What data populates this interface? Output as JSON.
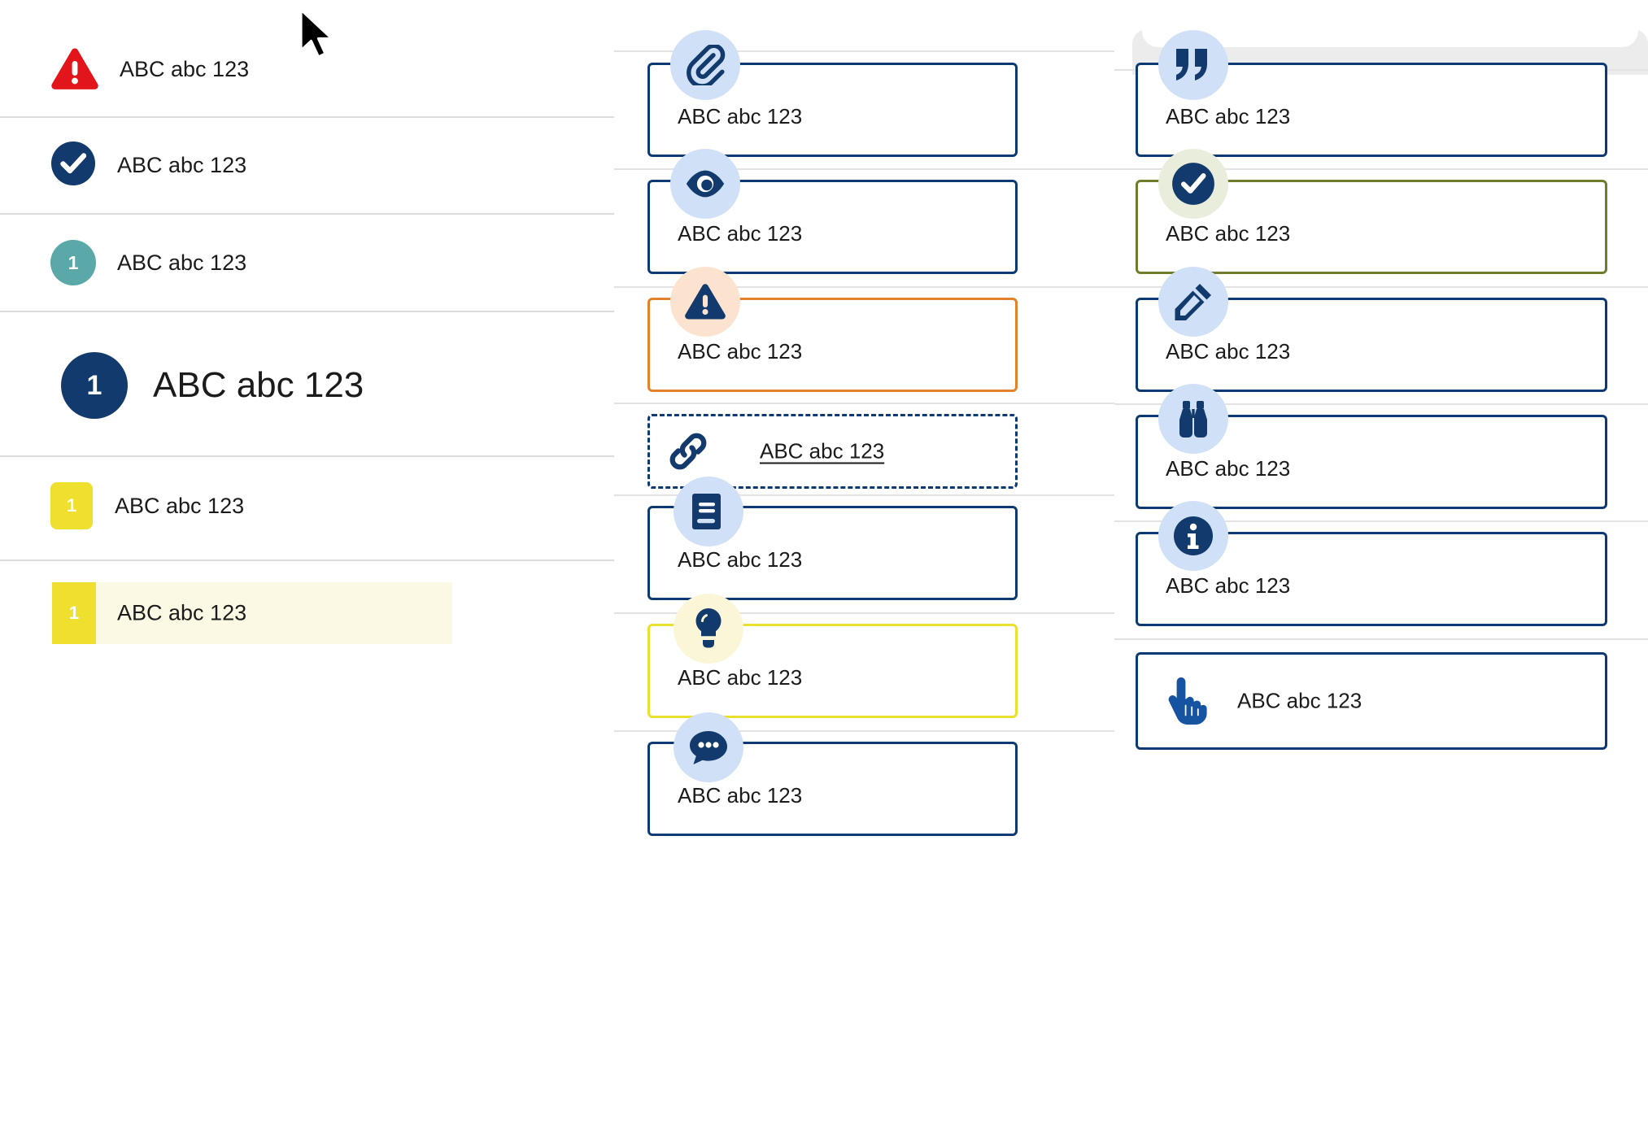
{
  "meta": {
    "colors": {
      "navy": "#0e3a73",
      "navy_dark": "#123a6d",
      "red": "#e2161a",
      "teal": "#5aa8a8",
      "yellow": "#efdf2e",
      "yellow_border": "#e9e02f",
      "orange": "#e2822b",
      "olive": "#6e7c2b",
      "icon_blue_bg": "#cfe0f7",
      "icon_peach_bg": "#fce3d0",
      "icon_green_bg": "#e8eedb",
      "icon_yellow_bg": "#fbf6d7",
      "highlight_row_bg": "#fbf8e3",
      "divider": "#dcdcdc",
      "panel_gray": "#ececec",
      "text": "#1b1b1b"
    },
    "sample_text": "ABC abc 123"
  },
  "sidebar": {
    "items": [
      {
        "label": "ABC abc 123",
        "icon": "warning-triangle-icon",
        "badge_text": "",
        "style": "triangle-red"
      },
      {
        "label": "ABC abc 123",
        "icon": "check-circle-icon",
        "badge_text": "",
        "style": "circle-navy"
      },
      {
        "label": "ABC abc 123",
        "icon": "number-badge",
        "badge_text": "1",
        "style": "circle-teal"
      },
      {
        "label": "ABC abc 123",
        "icon": "number-badge-large",
        "badge_text": "1",
        "style": "circle-navy-large"
      },
      {
        "label": "ABC abc 123",
        "icon": "number-badge-square",
        "badge_text": "1",
        "style": "square-yellow"
      },
      {
        "label": "ABC abc 123",
        "icon": "number-badge-bar",
        "badge_text": "1",
        "style": "bar-yellow-highlight"
      }
    ]
  },
  "middle_column": {
    "cards": [
      {
        "label": "ABC abc 123",
        "icon": "paperclip-icon",
        "icon_bg": "blue",
        "border": "navy",
        "layout": "icon-above"
      },
      {
        "label": "ABC abc 123",
        "icon": "eye-icon",
        "icon_bg": "blue",
        "border": "navy",
        "layout": "icon-above"
      },
      {
        "label": "ABC abc 123",
        "icon": "warning-triangle-icon",
        "icon_bg": "peach",
        "border": "orange",
        "layout": "icon-above"
      },
      {
        "label": "ABC abc 123",
        "icon": "link-chain-icon",
        "icon_bg": "none",
        "border": "navy-dashed",
        "layout": "icon-inline"
      },
      {
        "label": "ABC abc 123",
        "icon": "book-icon",
        "icon_bg": "blue",
        "border": "navy",
        "layout": "icon-above"
      },
      {
        "label": "ABC abc 123",
        "icon": "lightbulb-icon",
        "icon_bg": "pale-yellow",
        "border": "yellow",
        "layout": "icon-above"
      },
      {
        "label": "ABC abc 123",
        "icon": "chat-bubble-icon",
        "icon_bg": "blue",
        "border": "navy",
        "layout": "icon-above"
      }
    ]
  },
  "right_column": {
    "cards": [
      {
        "label": "ABC abc 123",
        "icon": "quote-icon",
        "icon_bg": "blue",
        "border": "navy",
        "layout": "icon-above"
      },
      {
        "label": "ABC abc 123",
        "icon": "check-circle-icon",
        "icon_bg": "green",
        "border": "olive",
        "layout": "icon-above"
      },
      {
        "label": "ABC abc 123",
        "icon": "pencil-icon",
        "icon_bg": "blue",
        "border": "navy",
        "layout": "icon-above"
      },
      {
        "label": "ABC abc 123",
        "icon": "binoculars-icon",
        "icon_bg": "blue",
        "border": "navy",
        "layout": "icon-above"
      },
      {
        "label": "ABC abc 123",
        "icon": "info-circle-icon",
        "icon_bg": "blue",
        "border": "navy",
        "layout": "icon-above"
      },
      {
        "label": "ABC abc 123",
        "icon": "hand-pointer-icon",
        "icon_bg": "none",
        "border": "navy",
        "layout": "icon-inline"
      }
    ]
  }
}
